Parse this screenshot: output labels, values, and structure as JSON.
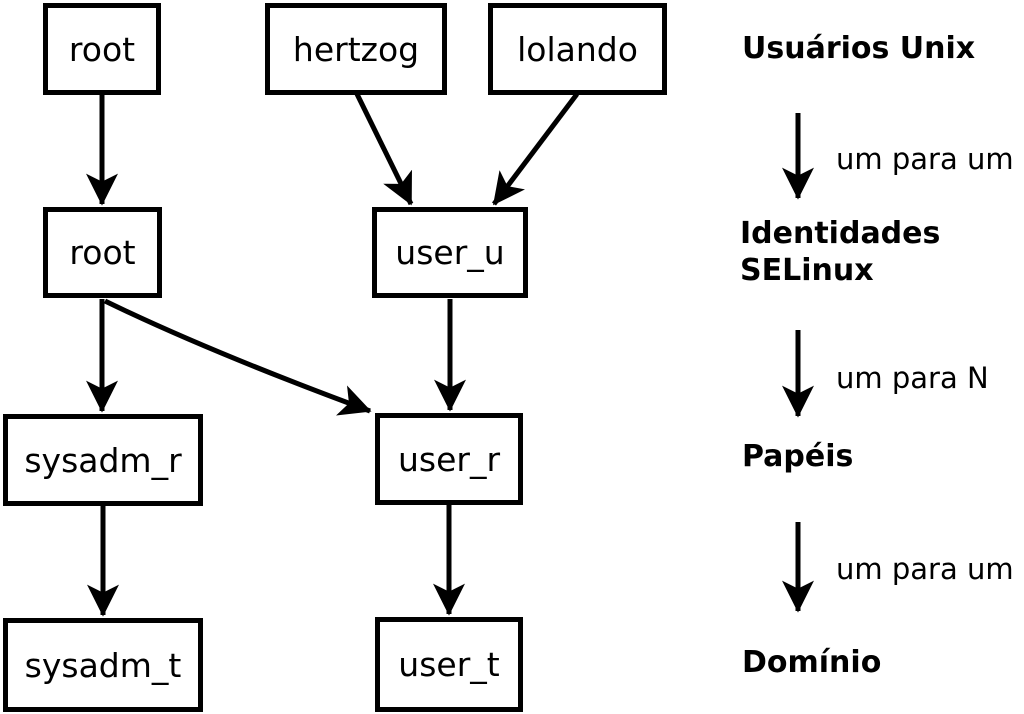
{
  "diagram": {
    "title_semantic": "SELinux identity mapping diagram",
    "colors": {
      "line": "#000000",
      "background": "#ffffff",
      "text": "#000000"
    },
    "nodes": [
      {
        "id": "root-unix",
        "label": "root",
        "level": "unix-user"
      },
      {
        "id": "hertzog",
        "label": "hertzog",
        "level": "unix-user"
      },
      {
        "id": "lolando",
        "label": "lolando",
        "level": "unix-user"
      },
      {
        "id": "root-selinux",
        "label": "root",
        "level": "selinux-identity"
      },
      {
        "id": "user_u",
        "label": "user_u",
        "level": "selinux-identity"
      },
      {
        "id": "sysadm_r",
        "label": "sysadm_r",
        "level": "role"
      },
      {
        "id": "user_r",
        "label": "user_r",
        "level": "role"
      },
      {
        "id": "sysadm_t",
        "label": "sysadm_t",
        "level": "domain"
      },
      {
        "id": "user_t",
        "label": "user_t",
        "level": "domain"
      }
    ],
    "edges": [
      {
        "from": "root-unix",
        "to": "root-selinux"
      },
      {
        "from": "hertzog",
        "to": "user_u"
      },
      {
        "from": "lolando",
        "to": "user_u"
      },
      {
        "from": "root-selinux",
        "to": "sysadm_r"
      },
      {
        "from": "root-selinux",
        "to": "user_r"
      },
      {
        "from": "user_u",
        "to": "user_r"
      },
      {
        "from": "sysadm_r",
        "to": "sysadm_t"
      },
      {
        "from": "user_r",
        "to": "user_t"
      }
    ],
    "legend": {
      "level1": "Usuários Unix",
      "rel1": "um para um",
      "level2_line1": "Identidades",
      "level2_line2": "SELinux",
      "rel2": "um para N",
      "level3": "Papéis",
      "rel3": "um para um",
      "level4": "Domínio"
    }
  }
}
